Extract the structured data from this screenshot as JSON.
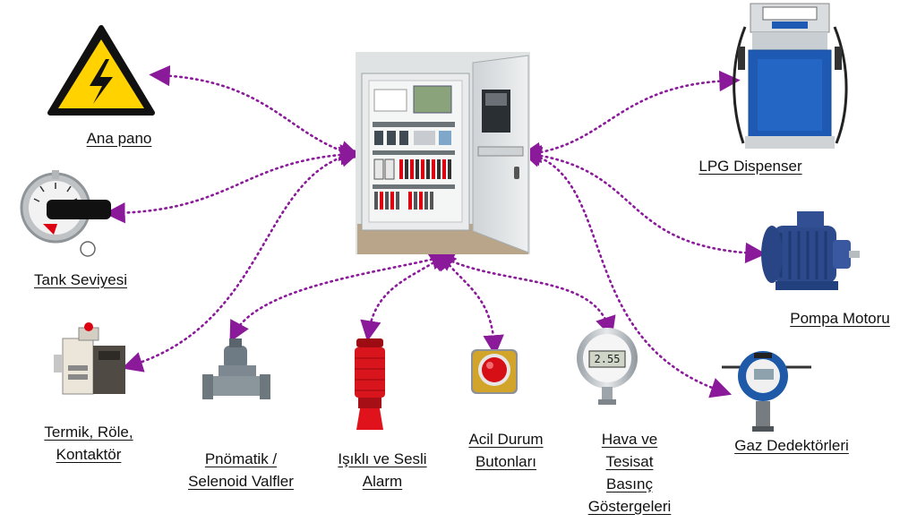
{
  "center": {
    "icon": "control-panel-cabinet"
  },
  "nodes": [
    {
      "id": "ana-pano",
      "lines": [
        "Ana pano"
      ],
      "icon": "high-voltage-warning-icon"
    },
    {
      "id": "tank-seviyesi",
      "lines": [
        "Tank Seviyesi"
      ],
      "icon": "tank-level-gauge-icon"
    },
    {
      "id": "termik",
      "lines": [
        "Termik, Röle,",
        "Kontaktör"
      ],
      "icon": "thermal-relay-icon"
    },
    {
      "id": "pnomatik",
      "lines": [
        "Pnömatik /",
        "Selenoid Valfler"
      ],
      "icon": "solenoid-valve-icon"
    },
    {
      "id": "alarm",
      "lines": [
        "Işıklı ve Sesli",
        "Alarm"
      ],
      "icon": "beacon-alarm-icon"
    },
    {
      "id": "acil",
      "lines": [
        "Acil Durum",
        "Butonları"
      ],
      "icon": "emergency-stop-icon"
    },
    {
      "id": "basinc",
      "lines": [
        "Hava ve",
        "Tesisat",
        "Basınç",
        "Göstergeleri"
      ],
      "icon": "pressure-gauge-icon",
      "display": "2.55"
    },
    {
      "id": "gaz",
      "lines": [
        "Gaz Dedektörleri"
      ],
      "icon": "gas-detector-icon"
    },
    {
      "id": "pompa",
      "lines": [
        "Pompa Motoru"
      ],
      "icon": "pump-motor-icon"
    },
    {
      "id": "lpg",
      "lines": [
        "LPG Dispenser"
      ],
      "icon": "lpg-dispenser-icon"
    }
  ],
  "colors": {
    "connector": "#8B1A9B",
    "warning_yellow": "#FFD200",
    "dispenser_blue": "#1E5AB4",
    "motor_blue": "#2C4A8C",
    "alarm_red": "#D8141C"
  }
}
